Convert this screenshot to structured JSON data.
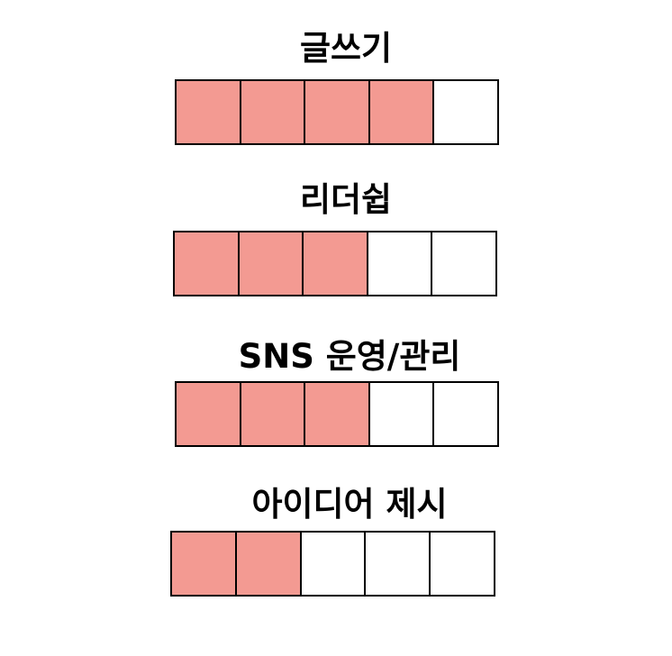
{
  "colors": {
    "filled": "#f39a92",
    "empty": "#ffffff",
    "border": "#000000"
  },
  "skills": [
    {
      "label": "글쓰기",
      "level": 4,
      "max": 5
    },
    {
      "label": "리더쉽",
      "level": 3,
      "max": 5
    },
    {
      "label": "SNS 운영/관리",
      "level": 3,
      "max": 5
    },
    {
      "label": "아이디어 제시",
      "level": 2,
      "max": 5
    }
  ]
}
